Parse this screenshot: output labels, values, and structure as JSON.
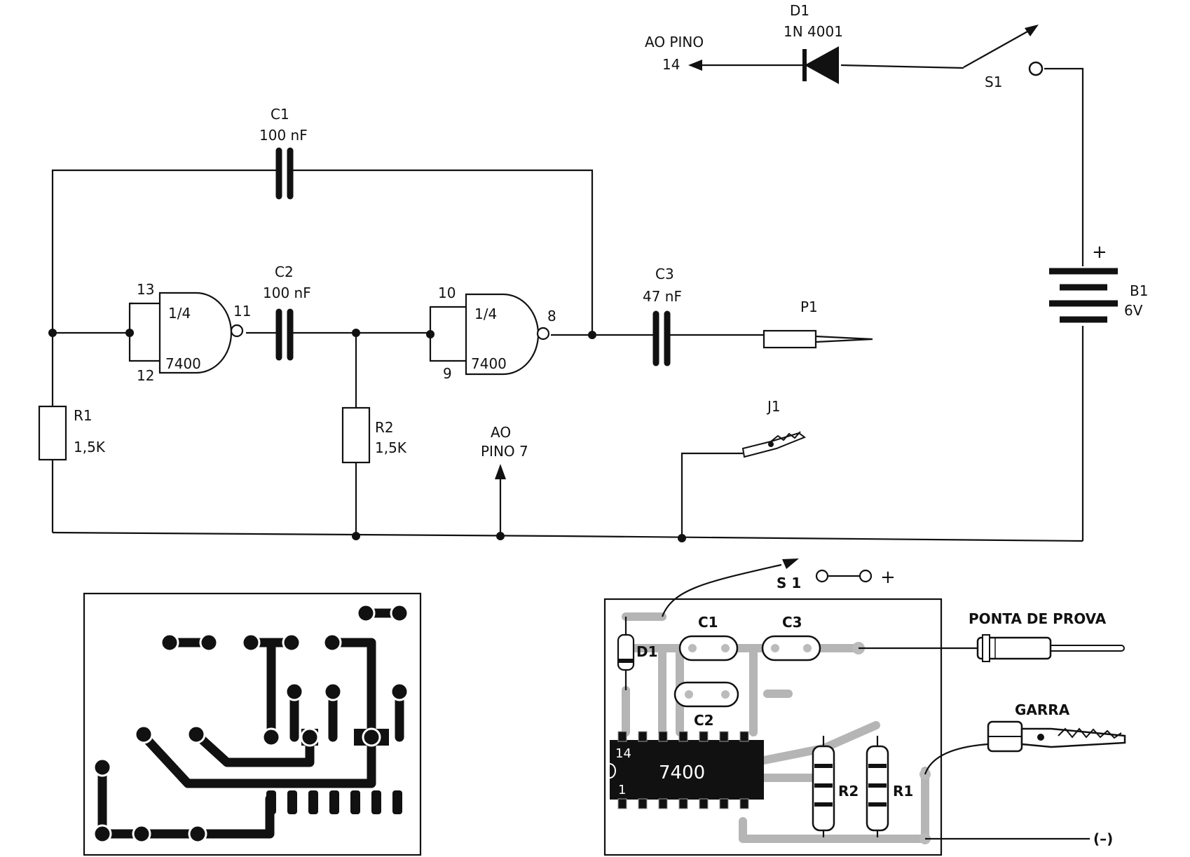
{
  "schematic": {
    "d1": {
      "name": "D1",
      "value": "1N 4001"
    },
    "ao_pino_14": {
      "line1": "AO PINO",
      "line2": "14"
    },
    "s1": "S1",
    "c1": {
      "name": "C1",
      "value": "100 nF"
    },
    "c2": {
      "name": "C2",
      "value": "100 nF"
    },
    "c3": {
      "name": "C3",
      "value": "47 nF"
    },
    "gate1": {
      "frac": "1/4",
      "chip": "7400",
      "pin_in_a": "13",
      "pin_in_b": "12",
      "pin_out": "11"
    },
    "gate2": {
      "frac": "1/4",
      "chip": "7400",
      "pin_in_a": "10",
      "pin_in_b": "9",
      "pin_out": "8"
    },
    "p1": "P1",
    "b1": {
      "name": "B1",
      "value": "6V",
      "plus": "+"
    },
    "r1": {
      "name": "R1",
      "value": "1,5K"
    },
    "r2": {
      "name": "R2",
      "value": "1,5K"
    },
    "j1": "J1",
    "ao_pino_7": {
      "line1": "AO",
      "line2": "PINO 7"
    }
  },
  "layout": {
    "s1_label": "S 1",
    "plus": "+",
    "c1": "C1",
    "c3": "C3",
    "c2": "C2",
    "d1": "D1",
    "ic": "7400",
    "pin14": "14",
    "pin1": "1",
    "r1": "R1",
    "r2": "R2",
    "probe": "PONTA DE PROVA",
    "clip": "GARRA",
    "minus": "(–)"
  }
}
